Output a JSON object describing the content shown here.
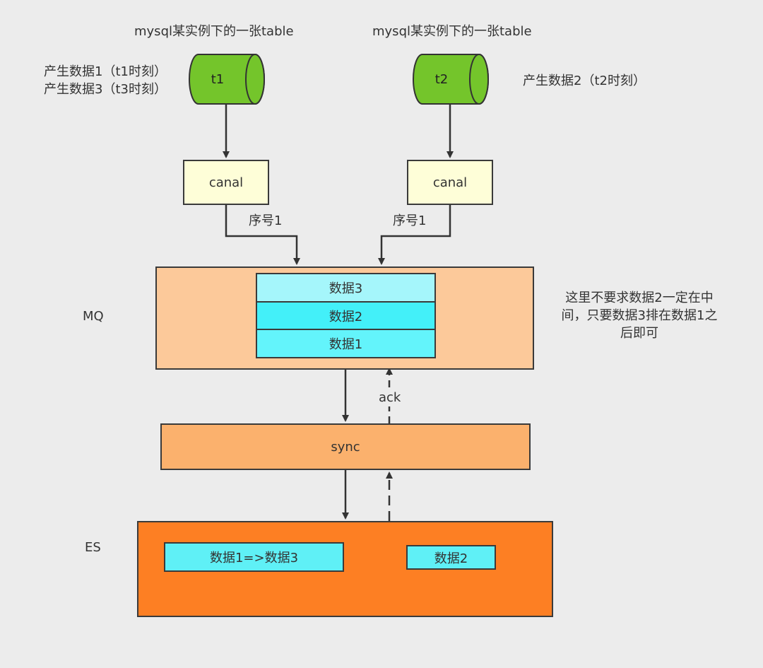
{
  "table_labels": {
    "left": "mysql某实例下的一张table",
    "right": "mysql某实例下的一张table"
  },
  "tables": {
    "t1": {
      "label": "t1",
      "notes": [
        "产生数据1（t1时刻）",
        "产生数据3（t3时刻）"
      ]
    },
    "t2": {
      "label": "t2",
      "notes": [
        "产生数据2（t2时刻）"
      ]
    }
  },
  "canal": {
    "left": "canal",
    "right": "canal"
  },
  "sequence": {
    "left": "序号1",
    "right": "序号1"
  },
  "mq": {
    "label": "MQ",
    "items": [
      "数据3",
      "数据2",
      "数据1"
    ],
    "item_colors": [
      "#a5f6fb",
      "#43f0f9",
      "#63f4fb"
    ]
  },
  "ack_label": "ack",
  "sync_label": "sync",
  "es": {
    "label": "ES",
    "items": [
      "数据1=>数据3",
      "数据2"
    ],
    "item_color": "#5ff0f6"
  },
  "note": [
    "这里不要求数据2一定在中",
    "间，只要数据3排在数据1之",
    "后即可"
  ],
  "colors": {
    "cylinder": "#74c52b",
    "canal": "#fefed8",
    "mq": "#fcc99a",
    "sync": "#fbb16d",
    "es": "#fd7f23",
    "background": "#ececec"
  }
}
